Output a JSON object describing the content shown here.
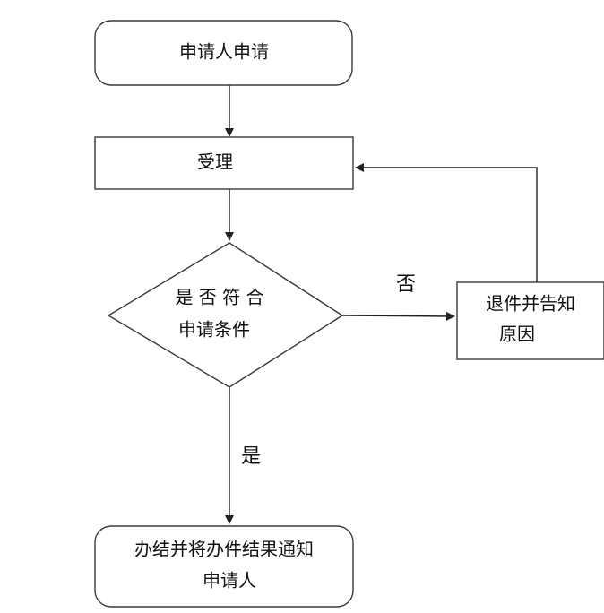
{
  "flowchart": {
    "nodes": {
      "start": {
        "label": "申请人申请"
      },
      "accept": {
        "label": "受理"
      },
      "decision": {
        "line1": "是 否 符 合",
        "line2": "申请条件"
      },
      "reject": {
        "line1": "退件并告知",
        "line2": "原因"
      },
      "finish": {
        "line1": "办结并将办件结果通知",
        "line2": "申请人"
      }
    },
    "edges": {
      "no_label": "否",
      "yes_label": "是"
    }
  }
}
